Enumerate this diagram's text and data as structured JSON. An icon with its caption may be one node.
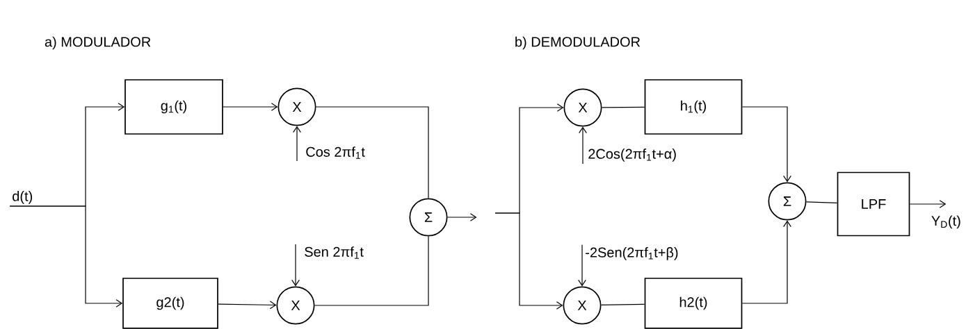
{
  "diagram": {
    "nodes": [
      {
        "text": [
          "d(t)"
        ]
      },
      {
        "text": [
          "g$_{1}$(t)"
        ]
      },
      {
        "text": [
          "X"
        ]
      },
      {
        "text": [
          "Cos 2πf$_{1}$t"
        ]
      },
      {
        "text": [
          "g2(t)"
        ]
      },
      {
        "text": [
          "X"
        ]
      },
      {
        "text": [
          "Sen 2πf$_{1}$t"
        ]
      },
      {
        "text": [
          "Σ"
        ]
      },
      {
        "text": [
          "X"
        ]
      },
      {
        "text": [
          "2Cos(2πf$_{1}$t+α)"
        ]
      },
      {
        "text": [
          "h$_{1}$(t)"
        ]
      },
      {
        "text": [
          "X"
        ]
      },
      {
        "text": [
          "-2Sen(2πf$_{1}$t+β)"
        ]
      },
      {
        "text": [
          "h2(t)"
        ]
      },
      {
        "text": [
          "Σ"
        ]
      },
      {
        "text": [
          "LPF"
        ]
      }
    ],
    "edges": [
      {
        "from": 0,
        "to": 1,
        "arrow": "to"
      },
      {
        "from": 0,
        "to": 4,
        "arrow": "to"
      },
      {
        "from": 1,
        "to": 2,
        "arrow": "to"
      },
      {
        "from": 3,
        "to": 2,
        "arrow": "to"
      },
      {
        "from": 2,
        "to": 7,
        "arrow": "none"
      },
      {
        "from": 4,
        "to": 5,
        "arrow": "to"
      },
      {
        "from": 6,
        "to": 5,
        "arrow": "to"
      },
      {
        "from": 5,
        "to": 7,
        "arrow": "none"
      },
      {
        "from": 7,
        "to": null,
        "arrow": "to"
      },
      {
        "from": null,
        "to": 8,
        "arrow": "to"
      },
      {
        "from": null,
        "to": 11,
        "arrow": "to"
      },
      {
        "from": 9,
        "to": 8,
        "arrow": "to"
      },
      {
        "from": 8,
        "to": 10,
        "arrow": "none"
      },
      {
        "from": 12,
        "to": 11,
        "arrow": "to"
      },
      {
        "from": 11,
        "to": 13,
        "arrow": "none"
      },
      {
        "from": 10,
        "to": 14,
        "arrow": "to"
      },
      {
        "from": 13,
        "to": 14,
        "arrow": "to"
      },
      {
        "from": 14,
        "to": 15,
        "arrow": "none"
      },
      {
        "from": 15,
        "to": null,
        "arrow": "to",
        "label": "Y$_{D}$(t)"
      }
    ],
    "labels": [
      "a) MODULADOR",
      "b) DEMODULADOR"
    ]
  }
}
